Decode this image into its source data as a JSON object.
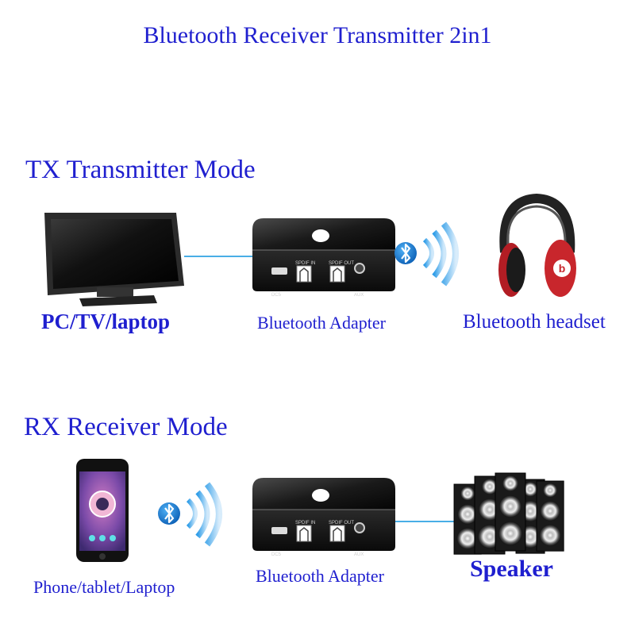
{
  "title": "Bluetooth Receiver Transmitter 2in1",
  "tx": {
    "mode_title": "TX Transmitter Mode",
    "source_label": "PC/TV/laptop",
    "adapter_label": "Bluetooth Adapter",
    "target_label": "Bluetooth headset",
    "adapter_ports": {
      "dc": "DC5",
      "spdif_in": "SPDIF IN",
      "spdif_out": "SPDIF OUT",
      "aux": "AUX"
    }
  },
  "rx": {
    "mode_title": "RX Receiver Mode",
    "source_label": "Phone/tablet/Laptop",
    "adapter_label": "Bluetooth Adapter",
    "target_label": "Speaker",
    "adapter_ports": {
      "dc": "DC5",
      "spdif_in": "SPDIF IN",
      "spdif_out": "SPDIF OUT",
      "aux": "AUX"
    }
  },
  "colors": {
    "text_blue": "#1f1fcf",
    "link_line": "#49aee6",
    "bt_blue": "#1683d8"
  }
}
